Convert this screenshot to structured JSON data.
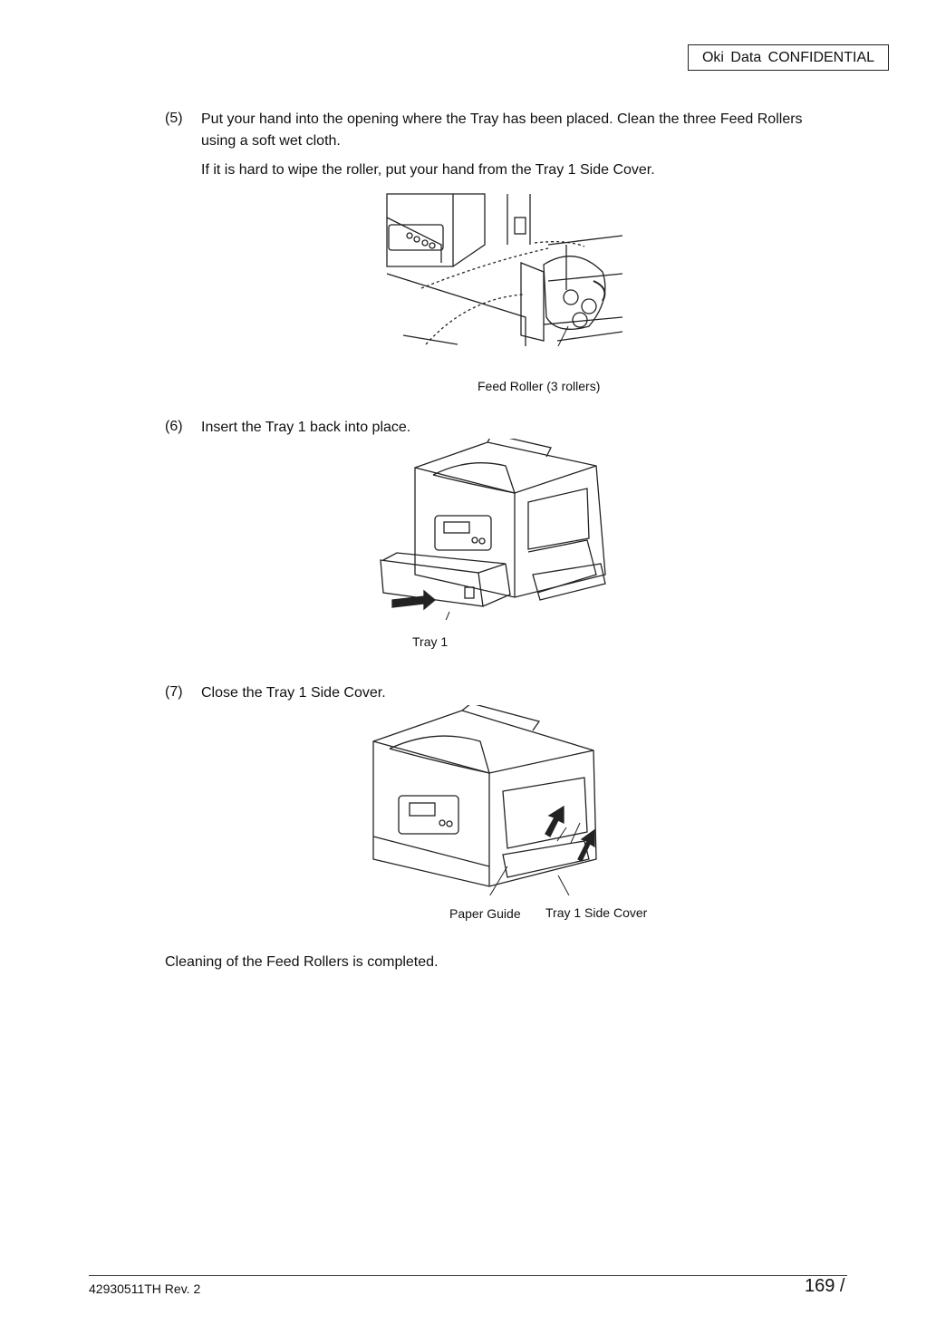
{
  "header": {
    "confidential": "Oki  Data  CONFIDENTIAL"
  },
  "steps": [
    {
      "number": "(5)",
      "text": "Put your hand into the opening where the Tray has been placed.  Clean the three Feed Rollers using a soft wet cloth.",
      "note": "If it is hard to wipe the roller, put your hand from the Tray 1 Side Cover.",
      "figure_caption": "Feed Roller (3 rollers)"
    },
    {
      "number": "(6)",
      "text": "Insert the Tray 1 back into place.",
      "figure_caption": "Tray 1"
    },
    {
      "number": "(7)",
      "text": "Close the Tray 1 Side Cover.",
      "figure_captions": [
        "Paper Guide",
        "Tray 1 Side Cover"
      ]
    }
  ],
  "closing": "Cleaning of the Feed Rollers is completed.",
  "footer": {
    "doc_id": "42930511TH  Rev. 2",
    "page": "169 /"
  }
}
